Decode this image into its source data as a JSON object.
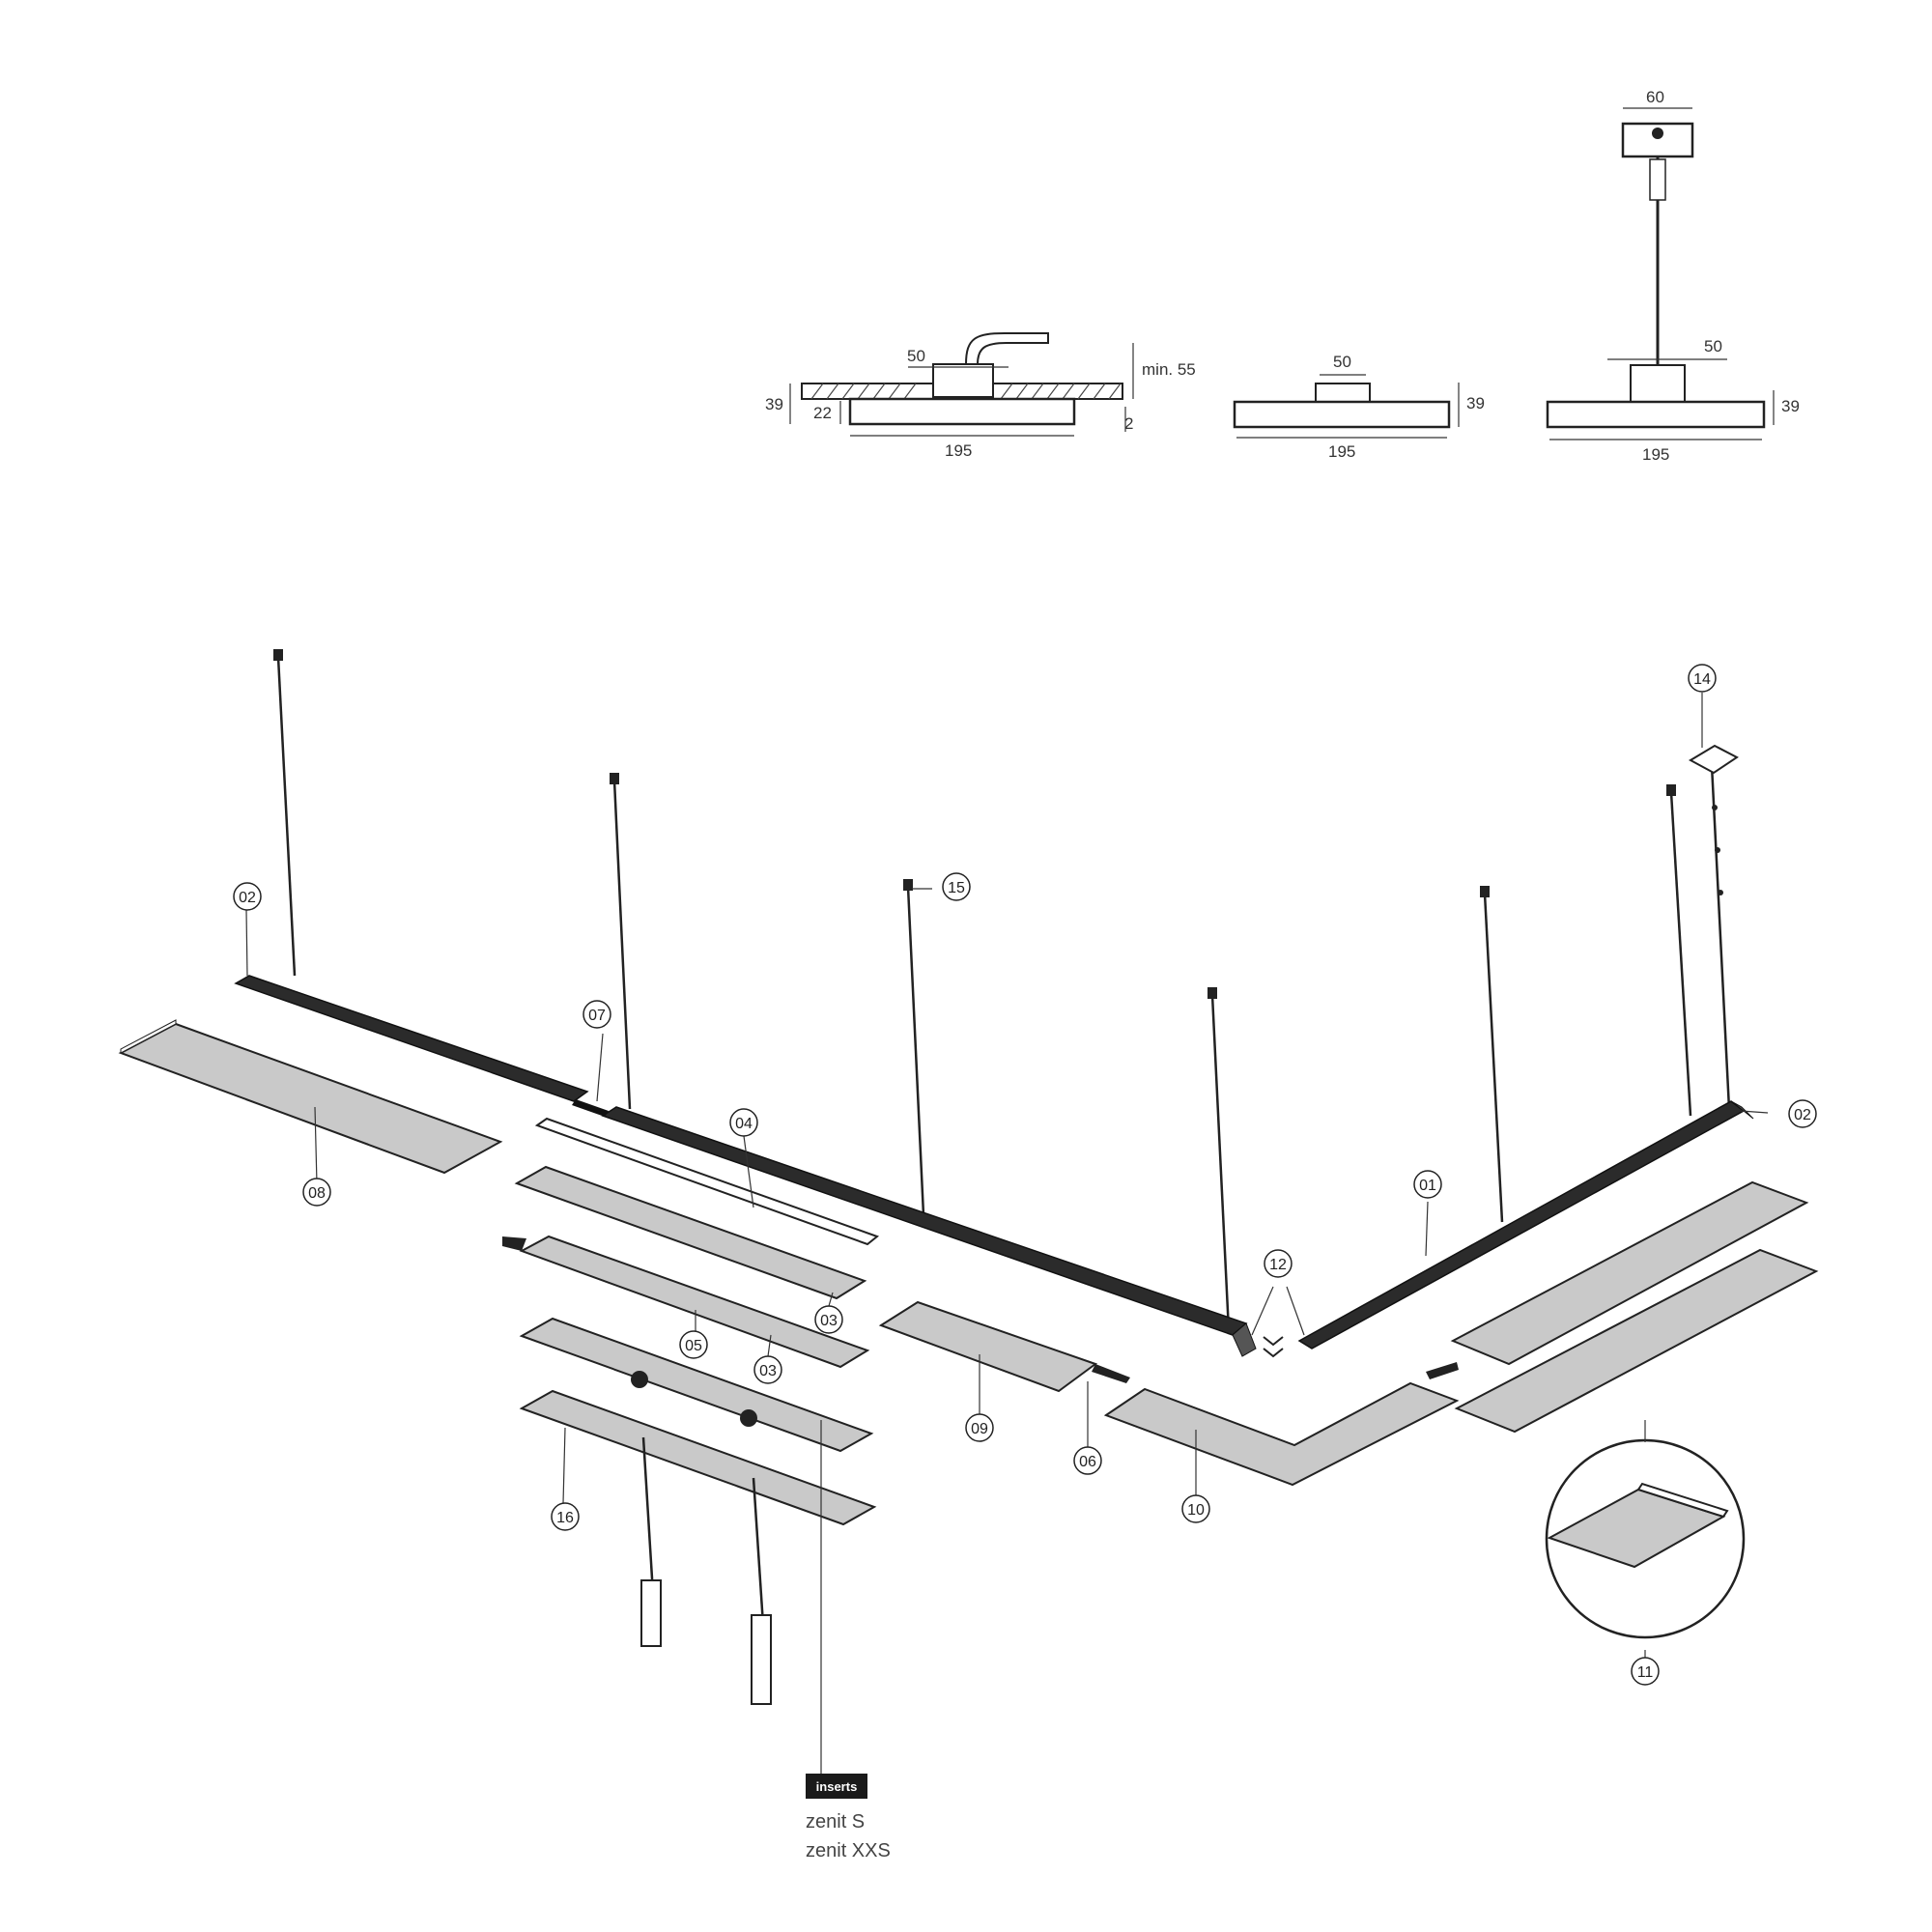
{
  "dimensions": {
    "recessed": {
      "width": "195",
      "height": "39",
      "inner": "22",
      "body": "50",
      "depth": "min. 55",
      "gap": "2"
    },
    "surface": {
      "width": "195",
      "height": "39",
      "body": "50"
    },
    "pendant": {
      "width": "195",
      "height": "39",
      "body": "50",
      "canopy": "60"
    }
  },
  "callouts": [
    {
      "id": "c01",
      "label": "01"
    },
    {
      "id": "c02a",
      "label": "02"
    },
    {
      "id": "c02b",
      "label": "02"
    },
    {
      "id": "c03a",
      "label": "03"
    },
    {
      "id": "c03b",
      "label": "03"
    },
    {
      "id": "c04",
      "label": "04"
    },
    {
      "id": "c05",
      "label": "05"
    },
    {
      "id": "c06",
      "label": "06"
    },
    {
      "id": "c07",
      "label": "07"
    },
    {
      "id": "c08",
      "label": "08"
    },
    {
      "id": "c09",
      "label": "09"
    },
    {
      "id": "c10",
      "label": "10"
    },
    {
      "id": "c11",
      "label": "11"
    },
    {
      "id": "c12",
      "label": "12"
    },
    {
      "id": "c14",
      "label": "14"
    },
    {
      "id": "c15",
      "label": "15"
    },
    {
      "id": "c16",
      "label": "16"
    }
  ],
  "inserts": {
    "badge": "inserts",
    "items": [
      "zenit S",
      "zenit XXS"
    ]
  }
}
